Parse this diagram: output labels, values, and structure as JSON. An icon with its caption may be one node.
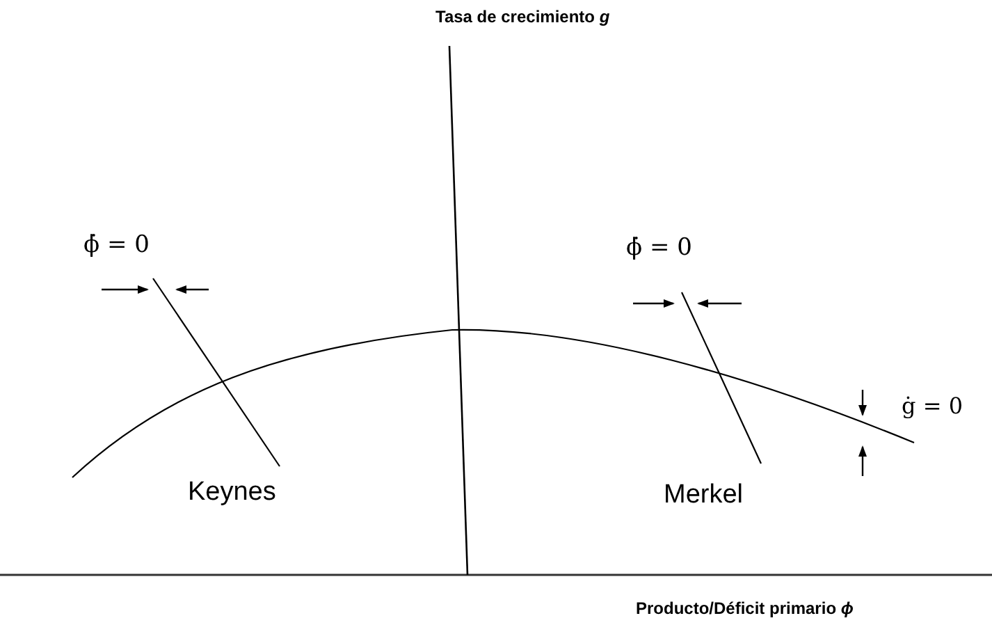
{
  "diagram": {
    "labels": [
      "Tasa de crecimiento *g*",
      "ϕ̇ = 0",
      "ϕ̇ = 0",
      "ġ = 0",
      "Keynes",
      "Merkel",
      "Producto/Déficit primario  *ϕ*"
    ]
  }
}
